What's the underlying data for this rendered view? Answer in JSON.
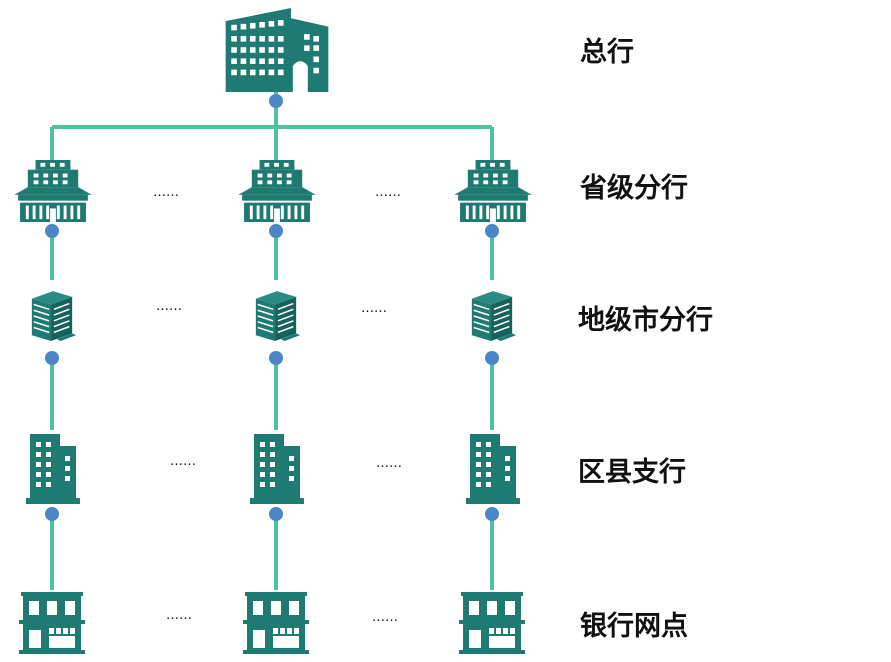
{
  "colors": {
    "building": "#1f7a72",
    "window": "#ffffff",
    "line": "#4ec39a",
    "node": "#4a86c8",
    "label": "#111111"
  },
  "levels": [
    {
      "id": "head-office",
      "label": "总行",
      "icon": "head-office-building-icon"
    },
    {
      "id": "provincial",
      "label": "省级分行",
      "icon": "government-building-icon"
    },
    {
      "id": "prefecture",
      "label": "地级市分行",
      "icon": "office-tower-icon"
    },
    {
      "id": "county",
      "label": "区县支行",
      "icon": "office-building-icon"
    },
    {
      "id": "outlet",
      "label": "银行网点",
      "icon": "storefront-icon"
    }
  ],
  "ellipsis": "……"
}
